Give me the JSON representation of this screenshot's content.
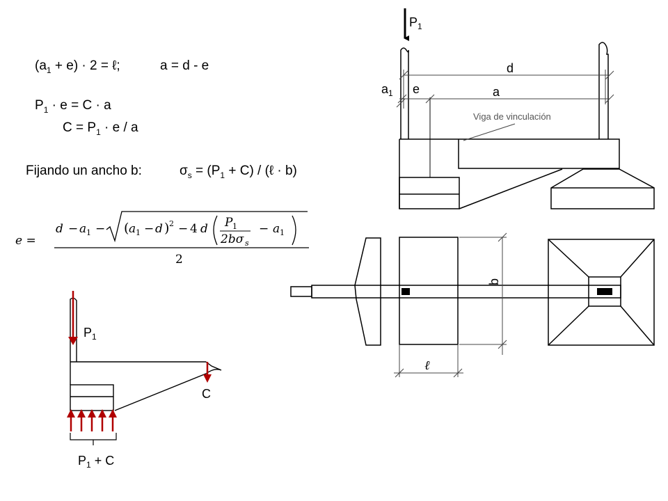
{
  "equations": {
    "eq1": {
      "lead": "(a",
      "sub": "1",
      "rest": " + e) · 2 = ℓ;",
      "second": "a = d - e"
    },
    "eq2": {
      "lead": "P",
      "sub": "1",
      "rest": " · e = C · a"
    },
    "eq3": {
      "lead": "C = P",
      "sub": "1",
      "rest": " · e / a"
    },
    "eq4": {
      "prefix": "Fijando un ancho b:",
      "s1": "σ",
      "s1sub": "s",
      "s2": " = (P",
      "s2sub": "1",
      "s3": " + C) / (ℓ · b)"
    },
    "formula": {
      "lhs": "e =",
      "numerator": "d − a₁ − √((a₁ − d)² − 4 d (P₁/(2bσs) − a₁))",
      "n_d": "d",
      "n_minus1": "−",
      "n_a": "a",
      "n_a_sub": "1",
      "n_minus2": "−",
      "r_paren_open": "(",
      "r_a": "a",
      "r_a_sub": "1",
      "r_minus": "−",
      "r_d": "d",
      "r_paren_close": ")",
      "r_sq": "2",
      "r_minus2": "−",
      "r_four": "4",
      "r_d2": "d",
      "f_num_p": "P",
      "f_num_sub": "1",
      "f_den": "2bσ",
      "f_den_sub": "s",
      "r_minus3": "−",
      "r_a2": "a",
      "r_a2_sub": "1",
      "denominator": "2"
    }
  },
  "elevation": {
    "load_label": "P",
    "load_sub": "1",
    "dim_d": "d",
    "dim_a1": "a",
    "dim_a1_sub": "1",
    "dim_e": "e",
    "dim_a": "a",
    "beam_label": "Viga de vinculación"
  },
  "plan": {
    "dim_b": "b",
    "dim_l": "ℓ"
  },
  "free_body": {
    "p1": "P",
    "p1_sub": "1",
    "c": "C",
    "reaction": "P",
    "reaction_sub": "1",
    "reaction_rest": " + C"
  },
  "colors": {
    "arrow_red": "#b00000",
    "line": "#000000",
    "dim_gray": "#444444",
    "beam_label": "#555555"
  }
}
